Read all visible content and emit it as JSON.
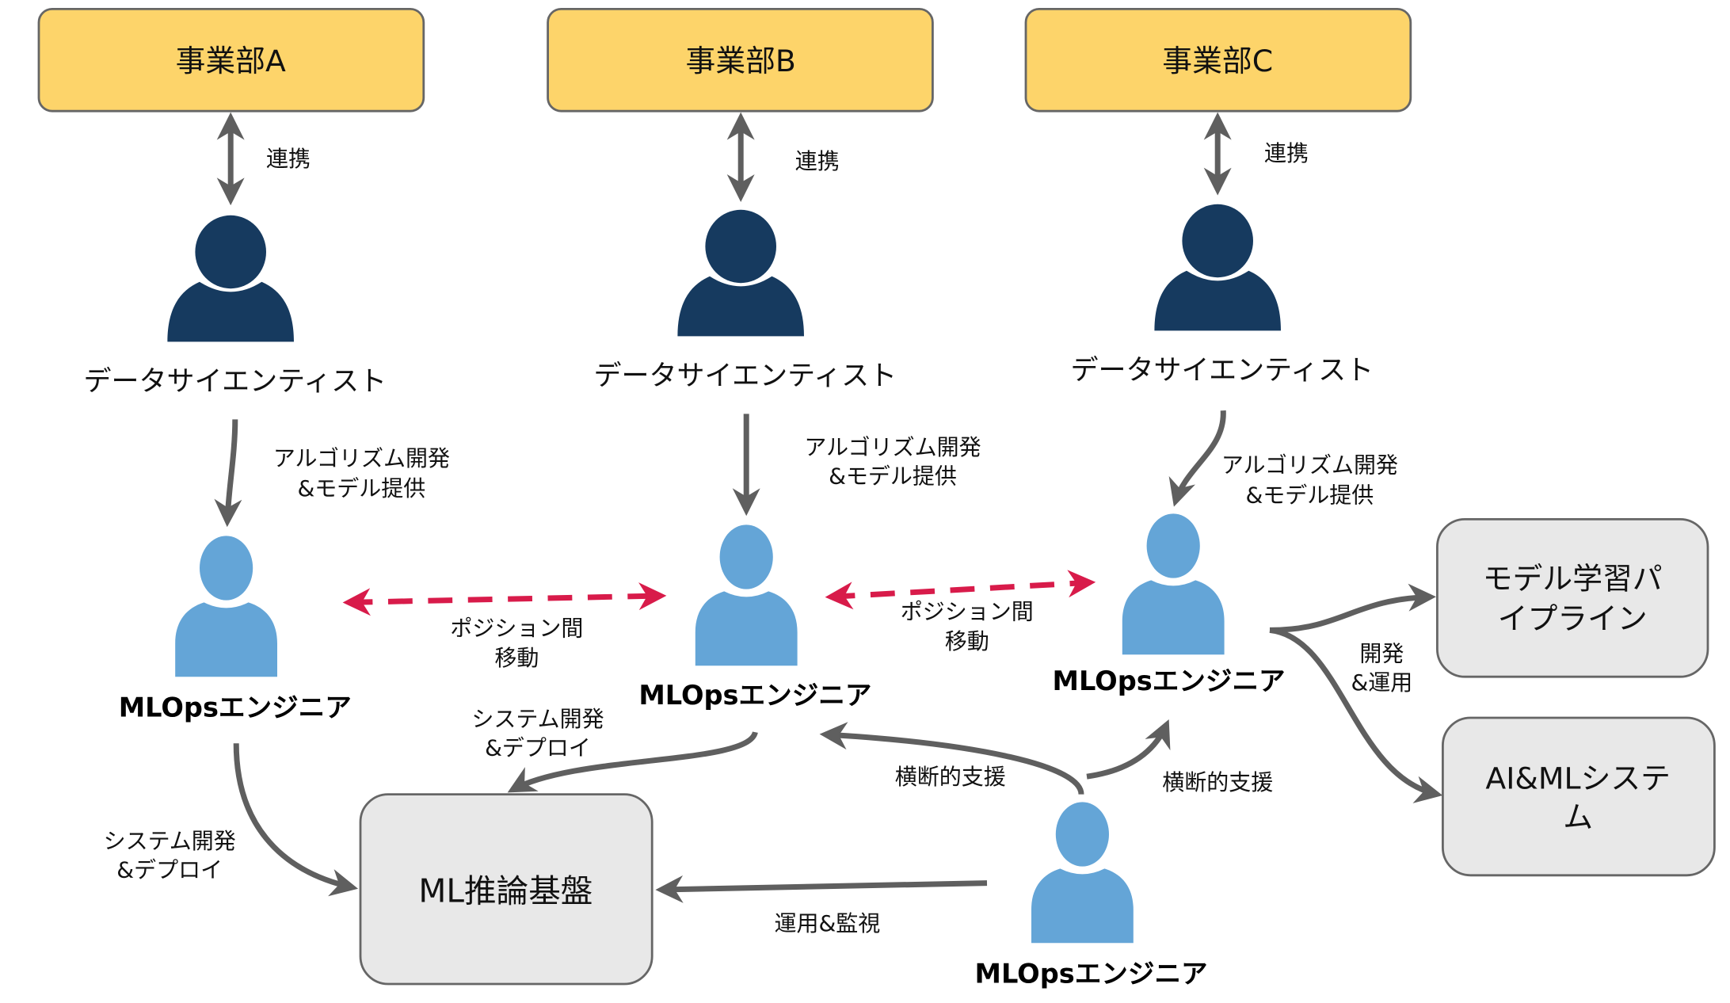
{
  "colors": {
    "business_box": "#FDD46A",
    "system_box": "#E8E8E8",
    "data_scientist": "#163A5F",
    "mlops_engineer": "#64A5D7",
    "connector": "#5F5F5F",
    "position_move": "#D81B4A"
  },
  "business_units": [
    "事業部A",
    "事業部B",
    "事業部C"
  ],
  "collab_label": "連携",
  "data_scientist_label": "データサイエンティスト",
  "algo_label": [
    "アルゴリズム開発",
    "&モデル提供"
  ],
  "mlops_label": "MLOpsエンジニア",
  "position_move_label": [
    "ポジション間",
    "移動"
  ],
  "deploy_label": [
    "システム開発",
    "&デプロイ"
  ],
  "ops_monitor_label": "運用&監視",
  "cross_support_label": "横断的支援",
  "dev_ops_label": [
    "開発",
    "&運用"
  ],
  "systems": {
    "inference": "ML推論基盤",
    "pipeline": [
      "モデル学習パ",
      "イプライン"
    ],
    "aiml": [
      "AI&MLシステ",
      "ム"
    ]
  },
  "icons": {
    "person": "person-icon"
  }
}
